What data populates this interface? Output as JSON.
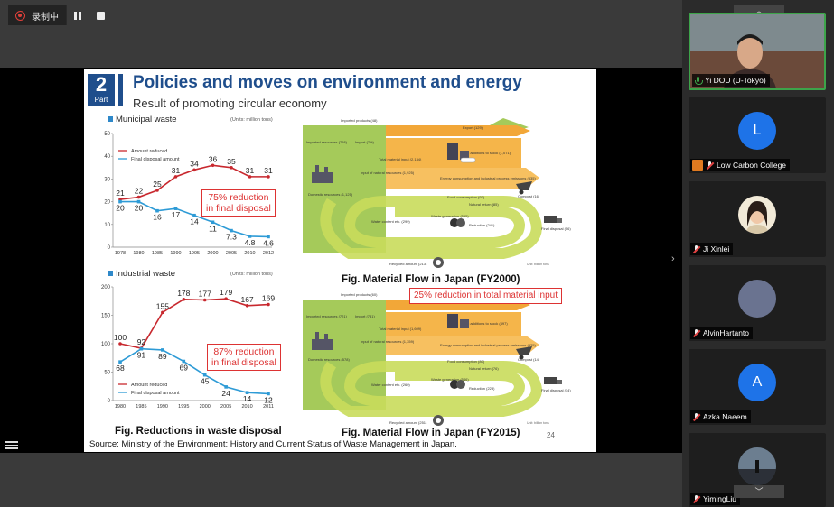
{
  "recording": {
    "label": "录制中"
  },
  "slide": {
    "part_number": "2",
    "part_label": "Part",
    "title": "Policies and moves on environment and energy",
    "subtitle": "Result of promoting circular economy",
    "page_number": "24",
    "source": "Source: Ministry of the Environment: History and Current Status of Waste Management in Japan.",
    "municipal": {
      "header": "Municipal waste",
      "unit": "(Units: million tons)",
      "legend_reduced": "Amount reduced",
      "legend_final": "Final disposal amount",
      "callout": [
        "75% reduction",
        "in final disposal"
      ]
    },
    "industrial": {
      "header": "Industrial waste",
      "unit": "(Units: million tons)",
      "legend_reduced": "Amount reduced",
      "legend_final": "Final disposal amount",
      "callout": [
        "87% reduction",
        "in final disposal"
      ]
    },
    "fig_waste": "Fig. Reductions in waste disposal",
    "fig_flow_2000": "Fig. Material Flow in Japan (FY2000)",
    "fig_flow_2015": "Fig. Material Flow in Japan (FY2015)",
    "flow_callout": "25% reduction in total material input",
    "flow_2000": {
      "imported_products": "Imported products (48)",
      "export": "Export (129)",
      "imported_resources": "Imported resources (768)",
      "import": "Import (7%)",
      "total_input": "Total material input (2,134)",
      "natural_input": "Input of natural resources (1,925)",
      "domestic": "Domestic resources (1,125)",
      "stock": "Net additions to stock (1,071)",
      "energy": "Energy consumption and industrial process emissions (535)",
      "food": "Food consumption (97)",
      "compost": "Compost (16)",
      "natural_return": "Natural return (85)",
      "water": "Water content etc. (299)",
      "waste": "Waste generation (595)",
      "reduction": "Reduction (241)",
      "final": "Final disposal (56)",
      "recycled": "Recycled amount (213)",
      "unit": "Unit: billion tons"
    },
    "flow_2015": {
      "imported_products": "Imported products (60)",
      "export": "Export (184)",
      "imported_resources": "Imported resources (721)",
      "import": "Import (781)",
      "total_input": "Total material input (1,609)",
      "natural_input": "Input of natural resources (1,359)",
      "domestic": "Domestic resources (578)",
      "stock": "Net additions to stock (497)",
      "energy": "Energy consumption and industrial process emissions (525)",
      "food": "Food consumption (80)",
      "compost": "Compost (14)",
      "natural_return": "Natural return (76)",
      "water": "Water content etc. (260)",
      "waste": "Waste generation (546)",
      "reduction": "Reduction (223)",
      "final": "Final disposal (14)",
      "recycled": "Recycled amount (251)",
      "unit": "Unit: billion tons"
    }
  },
  "chart_data": [
    {
      "type": "line",
      "title": "Municipal waste",
      "x": [
        "1978",
        "1980",
        "1985",
        "1990",
        "1995",
        "2000",
        "2005",
        "2010",
        "2012"
      ],
      "ylim": [
        0,
        50
      ],
      "yticks": [
        0,
        10,
        20,
        30,
        40,
        50
      ],
      "series": [
        {
          "name": "Amount reduced",
          "color": "#c8282e",
          "values": [
            21,
            22,
            25,
            31,
            34,
            36,
            35,
            31,
            31
          ]
        },
        {
          "name": "Final disposal amount",
          "color": "#2e9bd6",
          "values": [
            20,
            20,
            16,
            17,
            14,
            11,
            7.3,
            4.8,
            4.6
          ]
        }
      ]
    },
    {
      "type": "line",
      "title": "Industrial waste",
      "x": [
        "1980",
        "1985",
        "1990",
        "1995",
        "2000",
        "2005",
        "2010",
        "2011"
      ],
      "ylim": [
        0,
        200
      ],
      "yticks": [
        0,
        50,
        100,
        150,
        200
      ],
      "series": [
        {
          "name": "Amount reduced",
          "color": "#c8282e",
          "values": [
            100,
            92,
            155,
            178,
            177,
            179,
            167,
            169
          ]
        },
        {
          "name": "Final disposal amount",
          "color": "#2e9bd6",
          "values": [
            68,
            91,
            89,
            69,
            45,
            24,
            14,
            12
          ]
        }
      ]
    }
  ],
  "participants": [
    {
      "name": "Yi DOU (U-Tokyo)",
      "mic": "on",
      "active": true,
      "kind": "video"
    },
    {
      "name": "Low Carbon College",
      "mic": "off",
      "initial": "L",
      "color": "#1e73e8",
      "host": true
    },
    {
      "name": "Ji Xinlei",
      "mic": "off",
      "kind": "photo"
    },
    {
      "name": "AlvinHartanto",
      "mic": "off",
      "kind": "gray",
      "color": "#6a7390"
    },
    {
      "name": "Azka Naeem",
      "mic": "off",
      "initial": "A",
      "color": "#1e73e8"
    },
    {
      "name": "YimingLiu",
      "mic": "off",
      "kind": "landscape"
    }
  ],
  "icons": {
    "record": "record-icon",
    "pause": "pause-icon",
    "stop": "stop-icon",
    "menu": "menu-icon",
    "side_toggle": "chevron-right-icon"
  }
}
